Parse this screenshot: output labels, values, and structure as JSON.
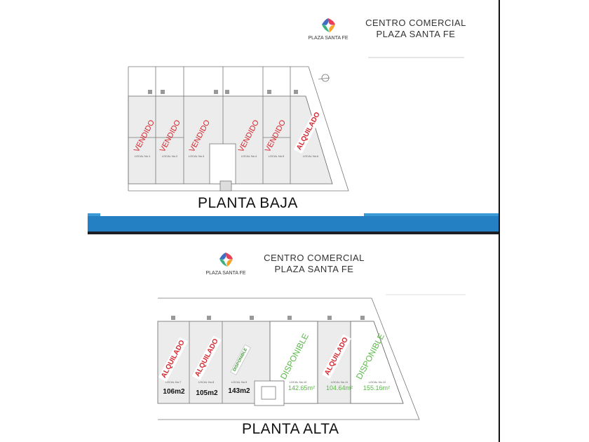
{
  "top_slide": {
    "logo_text": "PLAZA SANTA FE",
    "title_line1": "CENTRO COMERCIAL",
    "title_line2": "PLAZA SANTA FE",
    "plan_title": "PLANTA BAJA",
    "units": [
      {
        "local": "LOCAL No.1",
        "status": "VENDIDO"
      },
      {
        "local": "LOCAL No.2",
        "status": "VENDIDO"
      },
      {
        "local": "LOCAL No.3",
        "status": "VENDIDO"
      },
      {
        "local": "LOCAL No.4",
        "status": "VENDIDO"
      },
      {
        "local": "LOCAL No.5",
        "status": "VENDIDO"
      },
      {
        "local": "LOCAL No.6",
        "status": "ALQUILADO"
      }
    ]
  },
  "bottom_slide": {
    "logo_text": "PLAZA SANTA FE",
    "title_line1": "CENTRO COMERCIAL",
    "title_line2": "PLAZA SANTA FE",
    "plan_title": "PLANTA ALTA",
    "units": [
      {
        "local": "LOCAL No.7",
        "status": "ALQUILADO",
        "area": "106m2"
      },
      {
        "local": "LOCAL No.8",
        "status": "ALQUILADO",
        "area": "105m2"
      },
      {
        "local": "LOCAL No.9",
        "status": "DISPONIBLE",
        "area": "143m2"
      },
      {
        "local": "LOCAL No.10",
        "status": "DISPONIBLE",
        "area": "142.65m²"
      },
      {
        "local": "LOCAL No.11",
        "status": "ALQUILADO",
        "area": "104.64m²"
      },
      {
        "local": "LOCAL No.12",
        "status": "DISPONIBLE",
        "area": "155.16m²"
      }
    ]
  },
  "colors": {
    "band": "#2580c3",
    "sold": "#d6262e",
    "available": "#5cb84a"
  }
}
